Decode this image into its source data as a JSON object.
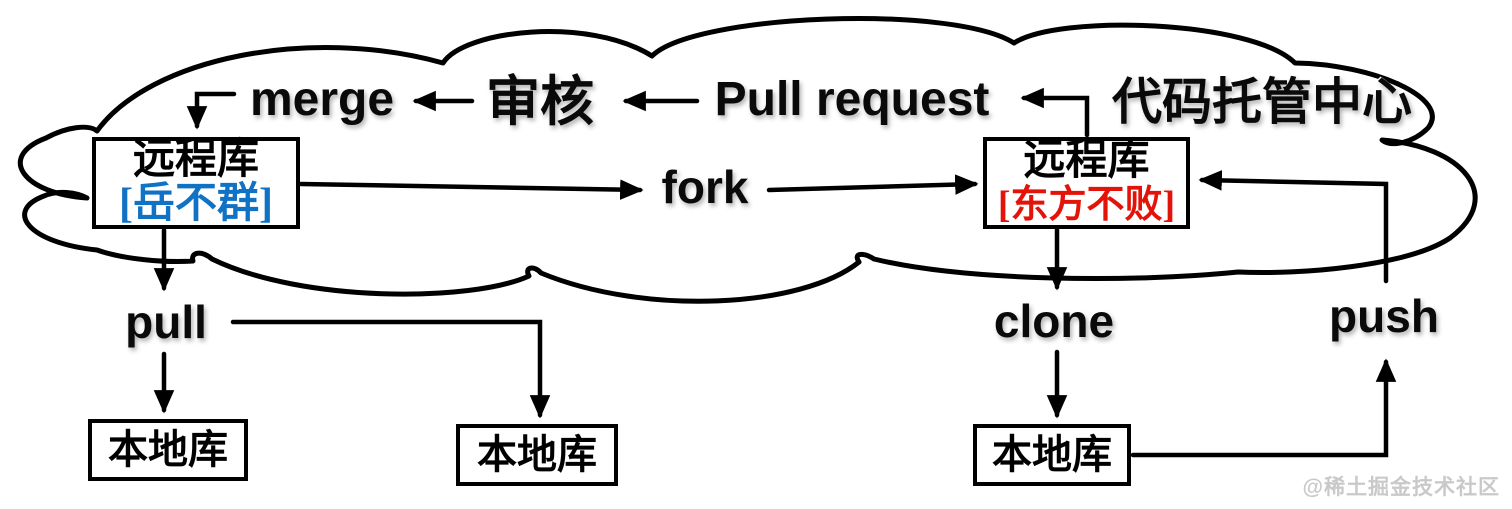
{
  "diagram": {
    "labels": {
      "merge": "merge",
      "review": "审核",
      "pull_request": "Pull request",
      "code_hosting_center": "代码托管中心",
      "fork": "fork",
      "pull": "pull",
      "clone": "clone",
      "push": "push"
    },
    "boxes": {
      "remote_left": {
        "title": "远程库",
        "owner": "[岳不群]"
      },
      "remote_right": {
        "title": "远程库",
        "owner": "[东方不败]"
      },
      "local_left": {
        "title": "本地库"
      },
      "local_middle": {
        "title": "本地库"
      },
      "local_right": {
        "title": "本地库"
      }
    },
    "colors": {
      "line": "#000000",
      "owner_left_text": "#1072c4",
      "owner_right_text": "#e31309",
      "watermark_text": "#c9c9c9",
      "background": "#ffffff"
    },
    "watermark": "@稀土掘金技术社区"
  }
}
